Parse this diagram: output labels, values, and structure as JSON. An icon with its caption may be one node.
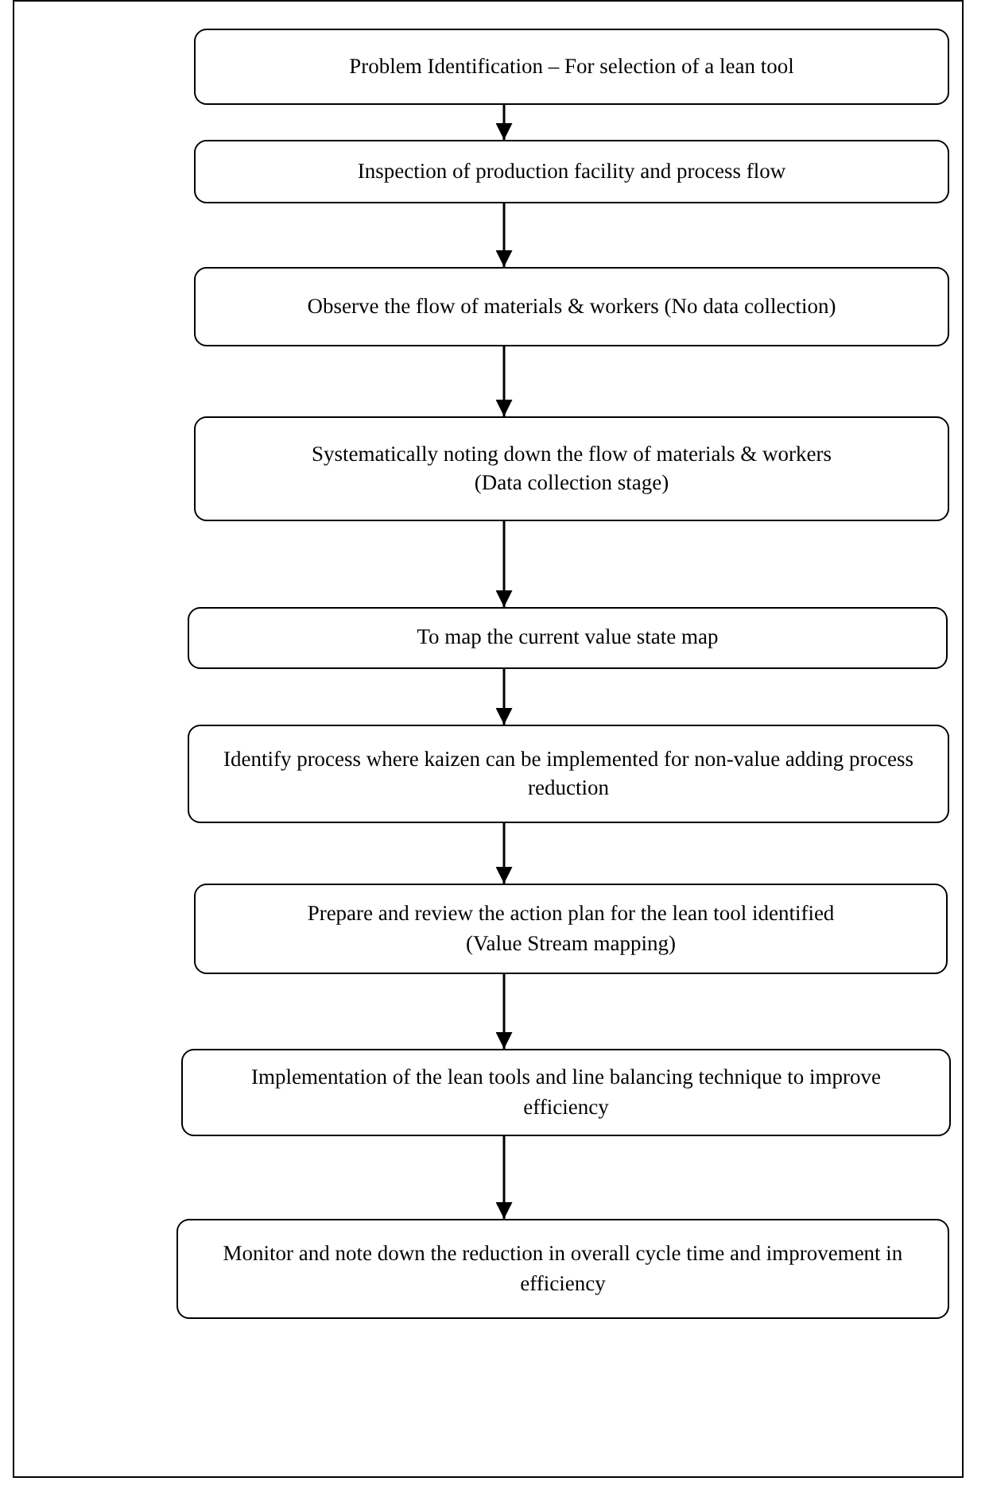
{
  "diagram": {
    "nodes": [
      {
        "text": [
          "Problem Identification – For selection of a lean tool"
        ]
      },
      {
        "text": [
          "Inspection of production facility and process flow"
        ]
      },
      {
        "text": [
          "Observe the flow of materials & workers (No data collection)"
        ]
      },
      {
        "text": [
          "Systematically noting down the flow of materials & workers",
          "(Data collection stage)"
        ]
      },
      {
        "text": [
          "To map the current value state map"
        ]
      },
      {
        "text": [
          "Identify process where kaizen can be implemented for non-value adding process reduction"
        ]
      },
      {
        "text": [
          "Prepare and review the action plan for the lean tool identified",
          "(Value Stream mapping)"
        ]
      },
      {
        "text": [
          "Implementation of the lean tools and line balancing technique to improve efficiency"
        ]
      },
      {
        "text": [
          "Monitor and note down the reduction in overall cycle time and improvement in efficiency"
        ]
      }
    ],
    "edges": [
      {
        "from": 0,
        "to": 1,
        "arrow": "to"
      },
      {
        "from": 1,
        "to": 2,
        "arrow": "to"
      },
      {
        "from": 2,
        "to": 3,
        "arrow": "to"
      },
      {
        "from": 3,
        "to": 4,
        "arrow": "to"
      },
      {
        "from": 4,
        "to": 5,
        "arrow": "to"
      },
      {
        "from": 5,
        "to": 6,
        "arrow": "to"
      },
      {
        "from": 6,
        "to": 7,
        "arrow": "to"
      },
      {
        "from": 7,
        "to": 8,
        "arrow": "to"
      }
    ]
  }
}
